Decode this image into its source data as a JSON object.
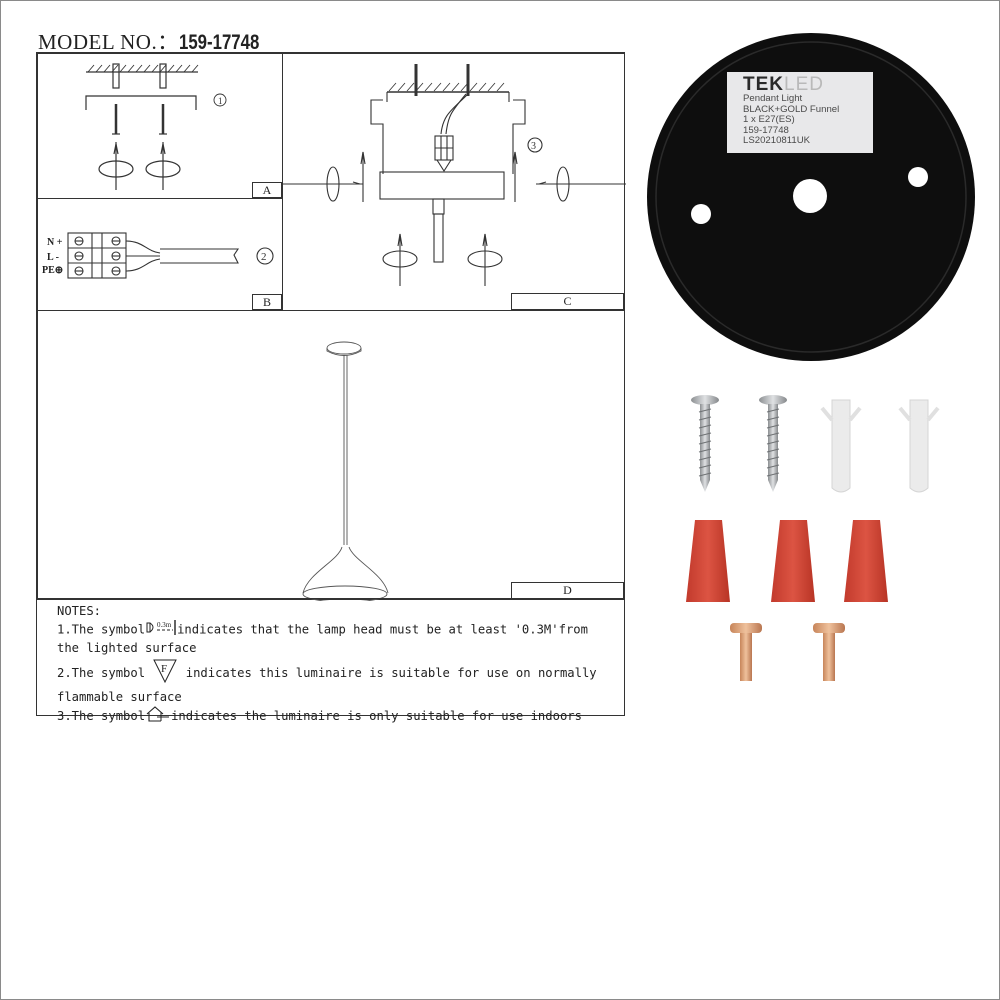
{
  "header": {
    "model_label": "MODEL NO.：",
    "model_number": "159-17748"
  },
  "diagram": {
    "panels": [
      {
        "id": "A",
        "step": "①",
        "description": "Fix mounting bracket to ceiling with screws and wall plugs"
      },
      {
        "id": "B",
        "step": "②",
        "description": "Terminal block wiring",
        "terminals": [
          "N +",
          "L -",
          "PE⊕"
        ]
      },
      {
        "id": "C",
        "step": "③",
        "description": "Attach ceiling canopy and tighten side screws"
      },
      {
        "id": "D",
        "step": "",
        "description": "Assembled pendant light"
      }
    ]
  },
  "notes": {
    "title": "NOTES:",
    "items": [
      {
        "prefix": "1.The symbol",
        "symbol": "0.3m",
        "text": "indicates that the lamp head must be at least '0.3M'from",
        "continuation": "the lighted surface"
      },
      {
        "prefix": "2.The symbol",
        "symbol": "F",
        "text": "indicates this luminaire is suitable for use on normally",
        "continuation": "flammable surface"
      },
      {
        "prefix": "3.The symbol",
        "symbol": "house",
        "text": "indicates the luminaire is only suitable for use indoors",
        "continuation": ""
      }
    ]
  },
  "canopy_label": {
    "brand_main": "TEK",
    "brand_faded": "LED",
    "lines": [
      "Pendant Light",
      "BLACK+GOLD Funnel",
      "1 x E27(ES)",
      "159-17748",
      "LS20210811UK"
    ]
  },
  "parts": {
    "screws": 2,
    "wall_plugs": 2,
    "wire_connectors": 3,
    "brass_screws": 2
  },
  "colors": {
    "canopy": "#111111",
    "wire_connector": "#d24a3a",
    "brass": "#d9a072",
    "wall_plug": "#e9e9e9",
    "screw": "#b5b8bb"
  }
}
